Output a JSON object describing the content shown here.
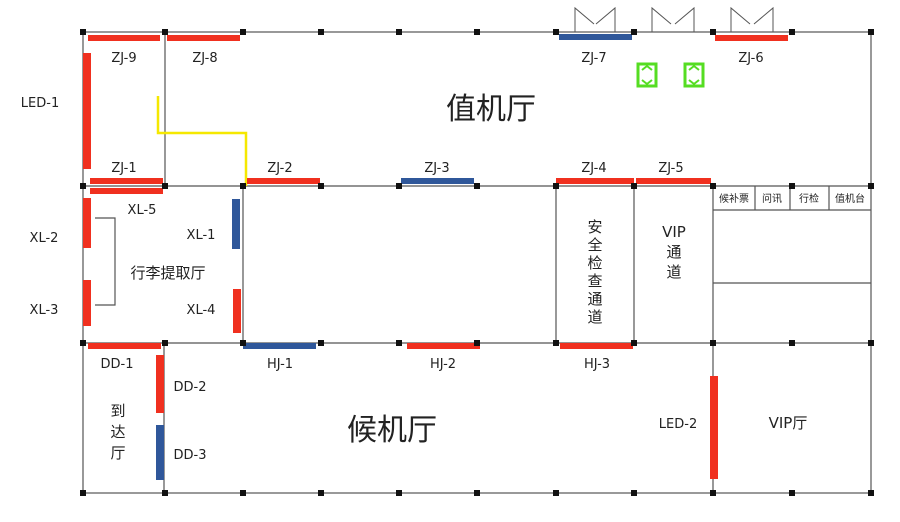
{
  "rooms": {
    "departure_hall": "值机厅",
    "waiting_hall": "候机厅",
    "baggage_hall": "行李提取厅",
    "arrival_hall_chars": [
      "到",
      "达",
      "厅"
    ],
    "security_chars": [
      "安",
      "全",
      "检",
      "查",
      "通",
      "道"
    ],
    "vip_lane_lines": [
      "VIP",
      "通",
      "道"
    ],
    "vip_hall": "VIP厅"
  },
  "counters": [
    "候补票",
    "问讯",
    "行检",
    "值机台"
  ],
  "gates": {
    "zj1": "ZJ-1",
    "zj2": "ZJ-2",
    "zj3": "ZJ-3",
    "zj4": "ZJ-4",
    "zj5": "ZJ-5",
    "zj6": "ZJ-6",
    "zj7": "ZJ-7",
    "zj8": "ZJ-8",
    "zj9": "ZJ-9",
    "xl1": "XL-1",
    "xl2": "XL-2",
    "xl3": "XL-3",
    "xl4": "XL-4",
    "xl5": "XL-5",
    "dd1": "DD-1",
    "dd2": "DD-2",
    "dd3": "DD-3",
    "hj1": "HJ-1",
    "hj2": "HJ-2",
    "hj3": "HJ-3",
    "led1": "LED-1",
    "led2": "LED-2"
  },
  "colors": {
    "red_bar": "#f0301f",
    "blue_bar": "#2f579a",
    "wall": "#555555",
    "yellow_path": "#f5e800",
    "green_sign": "#55dd22"
  }
}
